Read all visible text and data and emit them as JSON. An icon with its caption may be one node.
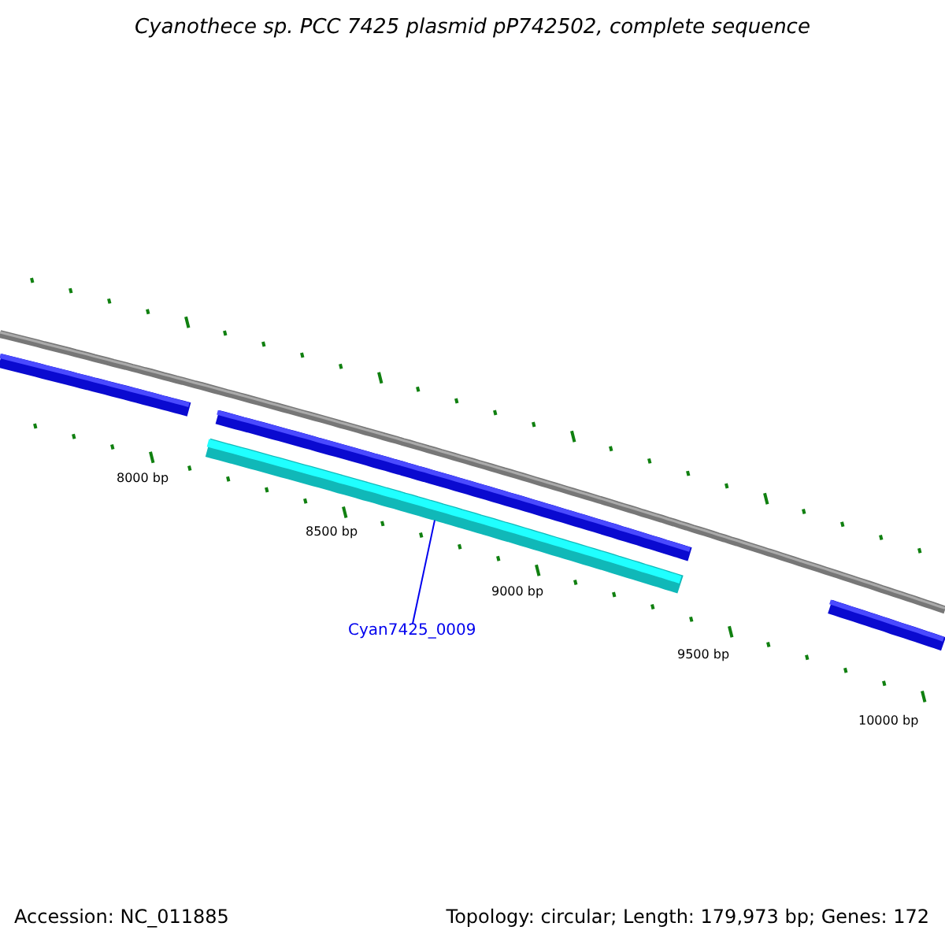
{
  "diagram": {
    "title": "Cyanothece sp. PCC 7425 plasmid pP742502, complete sequence",
    "nodes": [
      {
        "text": [
          "Cyan7425_0009"
        ]
      },
      {
        "text": [],
        "shape": "bar"
      }
    ],
    "edges": [
      {
        "from": 0,
        "to": 1,
        "arrow": "none"
      }
    ],
    "labels": [
      "8000 bp",
      "8500 bp",
      "9000 bp",
      "9500 bp",
      "10000 bp",
      "Accession: NC_011885",
      "Topology: circular; Length: 179,973 bp; Genes: 172"
    ]
  }
}
